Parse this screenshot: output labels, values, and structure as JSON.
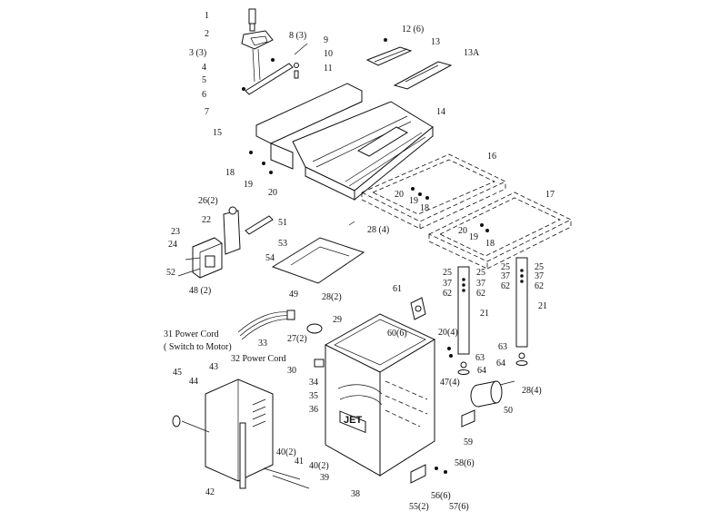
{
  "callouts": [
    {
      "id": "p1",
      "text": "1"
    },
    {
      "id": "p2",
      "text": "2"
    },
    {
      "id": "p3",
      "text": "3 (3)"
    },
    {
      "id": "p4",
      "text": "4"
    },
    {
      "id": "p5",
      "text": "5"
    },
    {
      "id": "p6",
      "text": "6"
    },
    {
      "id": "p7",
      "text": "7"
    },
    {
      "id": "p8",
      "text": "8 (3)"
    },
    {
      "id": "p9",
      "text": "9"
    },
    {
      "id": "p10",
      "text": "10"
    },
    {
      "id": "p11",
      "text": "11"
    },
    {
      "id": "p12",
      "text": "12 (6)"
    },
    {
      "id": "p13",
      "text": "13"
    },
    {
      "id": "p13a",
      "text": "13A"
    },
    {
      "id": "p14",
      "text": "14"
    },
    {
      "id": "p15",
      "text": "15"
    },
    {
      "id": "p16",
      "text": "16"
    },
    {
      "id": "p17",
      "text": "17"
    },
    {
      "id": "p18a",
      "text": "18"
    },
    {
      "id": "p19a",
      "text": "19"
    },
    {
      "id": "p20a",
      "text": "20"
    },
    {
      "id": "p20b",
      "text": "20"
    },
    {
      "id": "p19b",
      "text": "19"
    },
    {
      "id": "p18b",
      "text": "18"
    },
    {
      "id": "p20c",
      "text": "20"
    },
    {
      "id": "p19c",
      "text": "19"
    },
    {
      "id": "p18c",
      "text": "18"
    },
    {
      "id": "p22",
      "text": "22"
    },
    {
      "id": "p23",
      "text": "23"
    },
    {
      "id": "p24",
      "text": "24"
    },
    {
      "id": "p26",
      "text": "26(2)"
    },
    {
      "id": "p51",
      "text": "51"
    },
    {
      "id": "p53",
      "text": "53"
    },
    {
      "id": "p54",
      "text": "54"
    },
    {
      "id": "p28a",
      "text": "28 (4)"
    },
    {
      "id": "p52",
      "text": "52"
    },
    {
      "id": "p48",
      "text": "48 (2)"
    },
    {
      "id": "p49",
      "text": "49"
    },
    {
      "id": "p25a",
      "text": "25"
    },
    {
      "id": "p25b",
      "text": "25"
    },
    {
      "id": "p37a",
      "text": "37"
    },
    {
      "id": "p37b",
      "text": "37"
    },
    {
      "id": "p62a",
      "text": "62"
    },
    {
      "id": "p62b",
      "text": "62"
    },
    {
      "id": "p25c",
      "text": "25"
    },
    {
      "id": "p25d",
      "text": "25"
    },
    {
      "id": "p37c",
      "text": "37"
    },
    {
      "id": "p37d",
      "text": "37"
    },
    {
      "id": "p62c",
      "text": "62"
    },
    {
      "id": "p62d",
      "text": "62"
    },
    {
      "id": "p21a",
      "text": "21"
    },
    {
      "id": "p21b",
      "text": "21"
    },
    {
      "id": "p61",
      "text": "61"
    },
    {
      "id": "p28b",
      "text": "28(2)"
    },
    {
      "id": "p29",
      "text": "29"
    },
    {
      "id": "p31",
      "text": "31  Power Cord"
    },
    {
      "id": "p31b",
      "text": "( Switch to Motor)"
    },
    {
      "id": "p33",
      "text": "33"
    },
    {
      "id": "p27",
      "text": "27(2)"
    },
    {
      "id": "p32",
      "text": "32 Power Cord"
    },
    {
      "id": "p60",
      "text": "60(6)"
    },
    {
      "id": "p20d",
      "text": "20(4)"
    },
    {
      "id": "p63a",
      "text": "63"
    },
    {
      "id": "p64a",
      "text": "64"
    },
    {
      "id": "p63b",
      "text": "63"
    },
    {
      "id": "p64b",
      "text": "64"
    },
    {
      "id": "p30",
      "text": "30"
    },
    {
      "id": "p34",
      "text": "34"
    },
    {
      "id": "p35",
      "text": "35"
    },
    {
      "id": "p36",
      "text": "36"
    },
    {
      "id": "p47",
      "text": "47(4)"
    },
    {
      "id": "p28c",
      "text": "28(4)"
    },
    {
      "id": "p50",
      "text": "50"
    },
    {
      "id": "p59",
      "text": "59"
    },
    {
      "id": "p45",
      "text": "45"
    },
    {
      "id": "p44",
      "text": "44"
    },
    {
      "id": "p43",
      "text": "43"
    },
    {
      "id": "p40a",
      "text": "40(2)"
    },
    {
      "id": "p41",
      "text": "41"
    },
    {
      "id": "p40b",
      "text": "40(2)"
    },
    {
      "id": "p39",
      "text": "39"
    },
    {
      "id": "p42",
      "text": "42"
    },
    {
      "id": "p38",
      "text": "38"
    },
    {
      "id": "p58",
      "text": "58(6)"
    },
    {
      "id": "p56",
      "text": "56(6)"
    },
    {
      "id": "p55",
      "text": "55(2)"
    },
    {
      "id": "p57",
      "text": "57(6)"
    }
  ],
  "brand": {
    "logo_text": "JET"
  }
}
